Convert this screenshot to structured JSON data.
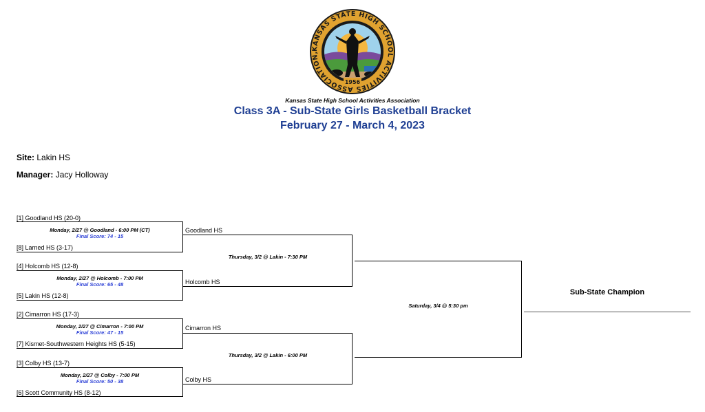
{
  "seal": {
    "ring_text": "KANSAS STATE HIGH SCHOOL ACTIVITIES ASSOCIATION, INC.",
    "year": "1956"
  },
  "header": {
    "org": "Kansas State High School Activities Association",
    "title": "Class 3A - Sub-State Girls Basketball Bracket",
    "dates": "February 27 - March 4, 2023"
  },
  "info": {
    "site_label": "Site:",
    "site_value": "Lakin HS",
    "manager_label": "Manager:",
    "manager_value": "Jacy Holloway"
  },
  "round1": [
    {
      "top_team": "[1] Goodland HS   (20-0)",
      "bottom_team": "[8] Larned HS   (3-17)",
      "game": "Monday, 2/27 @ Goodland - 6:00 PM (CT)",
      "score": "Final Score: 74 - 15",
      "winner": "Goodland HS"
    },
    {
      "top_team": "[4] Holcomb HS   (12-8)",
      "bottom_team": "[5] Lakin HS   (12-8)",
      "game": "Monday, 2/27 @ Holcomb - 7:00 PM",
      "score": "Final Score: 65 - 48",
      "winner": "Holcomb HS"
    },
    {
      "top_team": "[2] Cimarron HS   (17-3)",
      "bottom_team": "[7] Kismet-Southwestern Heights HS   (5-15)",
      "game": "Monday, 2/27 @ Cimarron - 7:00 PM",
      "score": "Final Score: 47 - 15",
      "winner": "Cimarron HS"
    },
    {
      "top_team": "[3] Colby HS   (13-7)",
      "bottom_team": "[6] Scott Community HS   (8-12)",
      "game": "Monday, 2/27 @ Colby - 7:00 PM",
      "score": "Final Score: 50 - 38",
      "winner": "Colby HS"
    }
  ],
  "semifinals": [
    {
      "game": "Thursday, 3/2 @ Lakin - 7:30 PM"
    },
    {
      "game": "Thursday, 3/2 @ Lakin - 6:00 PM"
    }
  ],
  "final": {
    "game": "Saturday, 3/4 @ 5:30 pm"
  },
  "champion": {
    "label": "Sub-State Champion"
  }
}
